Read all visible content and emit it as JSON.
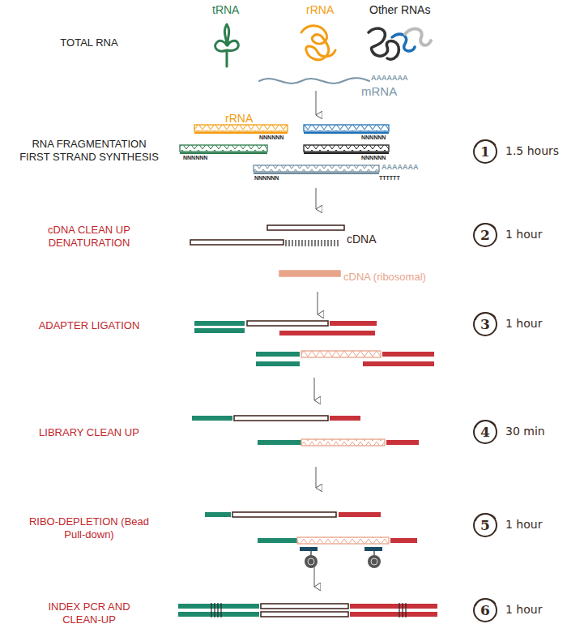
{
  "diagram": {
    "nodes": [
      {
        "text": [
          "1",
          "1.5 hours"
        ]
      },
      {
        "text": [
          "2",
          "1 hour"
        ]
      },
      {
        "text": [
          "3",
          "1 hour"
        ]
      },
      {
        "text": [
          "4",
          "30 min"
        ]
      },
      {
        "text": [
          "5",
          "1 hour"
        ]
      },
      {
        "text": [
          "6",
          "1 hour"
        ]
      }
    ],
    "labels": [
      "TOTAL RNA",
      "tRNA",
      "rRNA",
      "Other RNAs",
      "AAAAAAA",
      "mRNA",
      "RNA FRAGMENTATION FIRST STRAND SYNTHESIS",
      "rRNA",
      "NNNNNN",
      "NNNNNN",
      "NNNNNN",
      "NNNNNN",
      "NNNNNN",
      "AAAAAAA",
      "TTTTTT",
      "cDNA CLEAN UP DENATURATION",
      "cDNA",
      "cDNA (ribosomal)",
      "ADAPTER LIGATION",
      "LIBRARY CLEAN UP",
      "RIBO-DEPLETION (Bead Pull-down)",
      "INDEX PCR AND CLEAN-UP"
    ]
  }
}
